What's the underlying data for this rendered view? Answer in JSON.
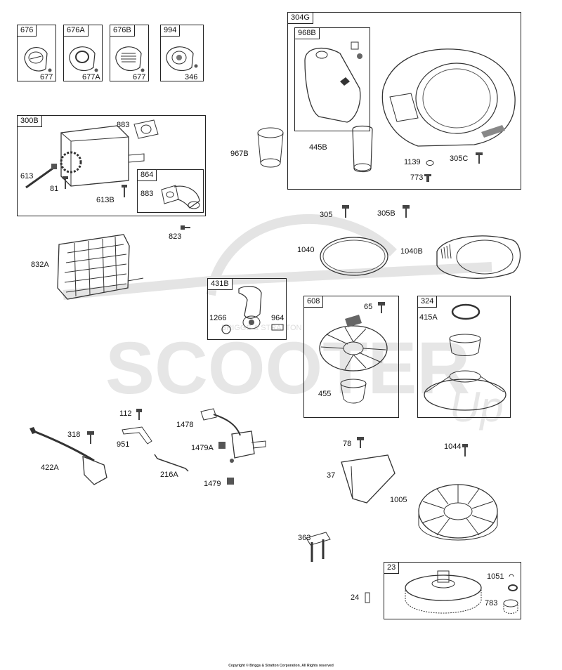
{
  "watermark": {
    "text": "SCOOTER",
    "suffix": "Up",
    "subtext": "BRIGGS & STRATTON"
  },
  "boxes": {
    "b676": "676",
    "b676a": "676A",
    "b676b": "676B",
    "b994": "994",
    "b304g": "304G",
    "b968b": "968B",
    "b300b": "300B",
    "b864": "864",
    "b431b": "431B",
    "b608": "608",
    "b324": "324",
    "b23": "23"
  },
  "labels": {
    "l677a": "677",
    "l677b": "677A",
    "l677c": "677",
    "l346": "346",
    "l883a": "883",
    "l613": "613",
    "l81": "81",
    "l613b": "613B",
    "l883b": "883",
    "l967b": "967B",
    "l445b": "445B",
    "l1139": "1139",
    "l305c": "305C",
    "l773": "773",
    "l305": "305",
    "l305b": "305B",
    "l823": "823",
    "l832a": "832A",
    "l1040": "1040",
    "l1040b": "1040B",
    "l1266": "1266",
    "l964": "964",
    "l65": "65",
    "l455": "455",
    "l415a": "415A",
    "l112": "112",
    "l1478": "1478",
    "l318": "318",
    "l951": "951",
    "l1479a": "1479A",
    "l422a": "422A",
    "l216a": "216A",
    "l1479": "1479",
    "l78": "78",
    "l1044": "1044",
    "l37": "37",
    "l1005": "1005",
    "l363": "363",
    "l1051": "1051",
    "l24": "24",
    "l783": "783"
  },
  "colors": {
    "line": "#222222",
    "part": "#333333",
    "watermark": "#e6e6e6"
  },
  "copyright": "Copyright © Briggs & Stratton Corporation. All Rights reserved"
}
